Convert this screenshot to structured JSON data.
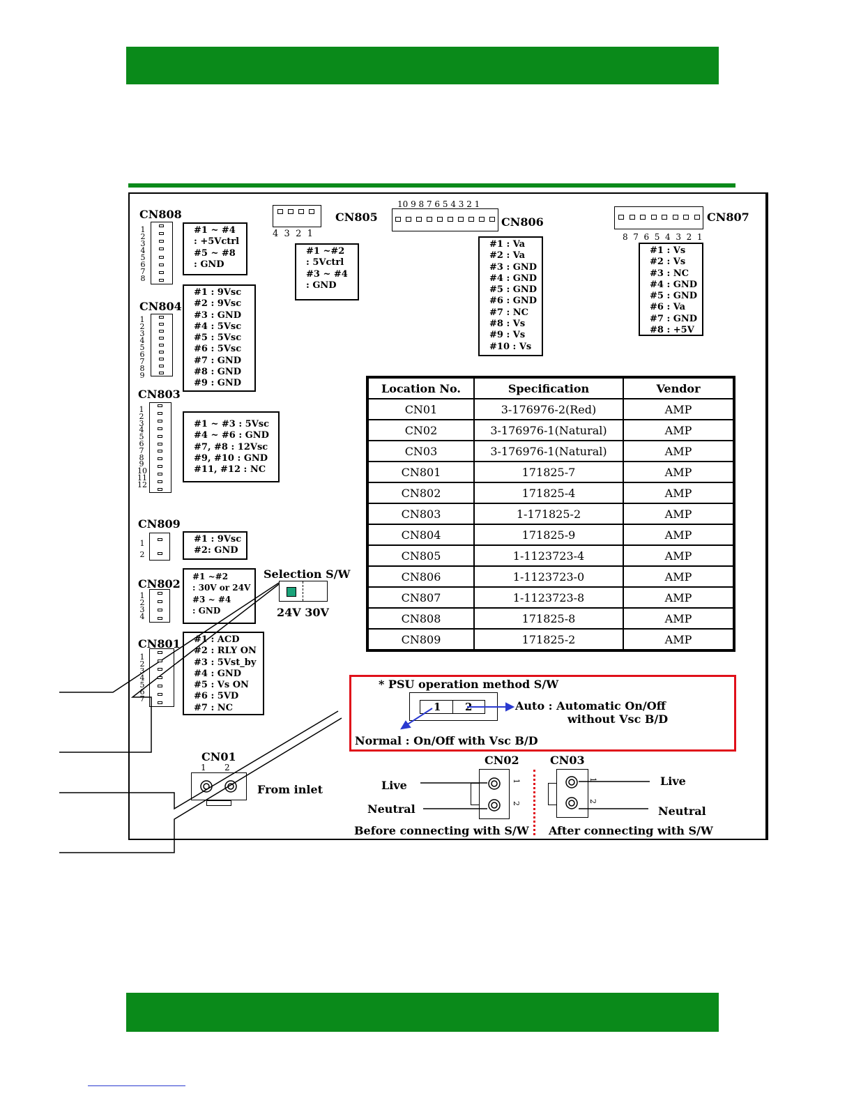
{
  "connectors": {
    "cn808": {
      "label": "CN808",
      "pins": [
        "#1 ~ #4",
        ": +5Vctrl",
        "#5 ~ #8",
        ": GND"
      ],
      "numbers": [
        "1",
        "2",
        "3",
        "4",
        "5",
        "6",
        "7",
        "8"
      ]
    },
    "cn804": {
      "label": "CN804",
      "pins": [
        "#1 : 9Vsc",
        "#2 : 9Vsc",
        "#3 : GND",
        "#4 : 5Vsc",
        "#5 : 5Vsc",
        "#6 : 5Vsc",
        "#7 : GND",
        "#8 : GND",
        "#9 : GND"
      ],
      "numbers": [
        "1",
        "2",
        "3",
        "4",
        "5",
        "6",
        "7",
        "8",
        "9"
      ]
    },
    "cn803": {
      "label": "CN803",
      "pins": [
        "#1 ~ #3 : 5Vsc",
        "#4 ~ #6 : GND",
        "#7, #8 : 12Vsc",
        "#9, #10 : GND",
        "#11, #12 : NC"
      ],
      "numbers": [
        "1",
        "2",
        "3",
        "4",
        "5",
        "6",
        "7",
        "8",
        "9",
        "10",
        "11",
        "12"
      ]
    },
    "cn809": {
      "label": "CN809",
      "pins": [
        "#1 : 9Vsc",
        "#2: GND"
      ],
      "numbers": [
        "1",
        "2"
      ]
    },
    "cn802": {
      "label": "CN802",
      "pins": [
        "#1 ~#2",
        ": 30V or 24V",
        "#3 ~ #4",
        ": GND"
      ],
      "numbers": [
        "1",
        "2",
        "3",
        "4"
      ]
    },
    "cn801": {
      "label": "CN801",
      "pins": [
        "#1 : ACD",
        "#2 : RLY ON",
        "#3 : 5Vst_by",
        "#4 : GND",
        "#5 : Vs ON",
        "#6 : 5VD",
        "#7 : NC"
      ],
      "numbers": [
        "1",
        "2",
        "3",
        "4",
        "5",
        "6",
        "7"
      ]
    },
    "cn805": {
      "label": "CN805",
      "pins": [
        "#1 ~#2",
        ": 5Vctrl",
        "#3 ~ #4",
        ": GND"
      ],
      "numbers": "4  3  2  1"
    },
    "cn806": {
      "label": "CN806",
      "pins": [
        "#1 : Va",
        "#2 : Va",
        "#3 : GND",
        "#4 : GND",
        "#5 : GND",
        "#6 : GND",
        "#7 : NC",
        "#8 : Vs",
        "#9 : Vs",
        "#10 : Vs"
      ],
      "numbers": "10 9 8 7 6 5 4 3 2 1"
    },
    "cn807": {
      "label": "CN807",
      "pins": [
        "#1 : Vs",
        "#2 : Vs",
        "#3 : NC",
        "#4 : GND",
        "#5 : GND",
        "#6 : Va",
        "#7 : GND",
        "#8 : +5V"
      ],
      "numbers": "8  7  6  5  4  3  2  1"
    }
  },
  "selection_switch": {
    "label": "Selection S/W",
    "positions": "24V 30V",
    "accent": "#1aa37a"
  },
  "spec_table": {
    "headers": [
      "Location No.",
      "Specification",
      "Vendor"
    ],
    "rows": [
      [
        "CN01",
        "3-176976-2(Red)",
        "AMP"
      ],
      [
        "CN02",
        "3-176976-1(Natural)",
        "AMP"
      ],
      [
        "CN03",
        "3-176976-1(Natural)",
        "AMP"
      ],
      [
        "CN801",
        "171825-7",
        "AMP"
      ],
      [
        "CN802",
        "171825-4",
        "AMP"
      ],
      [
        "CN803",
        "1-171825-2",
        "AMP"
      ],
      [
        "CN804",
        "171825-9",
        "AMP"
      ],
      [
        "CN805",
        "1-1123723-4",
        "AMP"
      ],
      [
        "CN806",
        "1-1123723-0",
        "AMP"
      ],
      [
        "CN807",
        "1-1123723-8",
        "AMP"
      ],
      [
        "CN808",
        "171825-8",
        "AMP"
      ],
      [
        "CN809",
        "171825-2",
        "AMP"
      ]
    ]
  },
  "psu": {
    "title": "* PSU operation method S/W",
    "pos1": "1",
    "pos2": "2",
    "auto_line1": "Auto : Automatic On/Off",
    "auto_line2": "without Vsc B/D",
    "normal": "Normal : On/Off with Vsc B/D",
    "frame_color": "#e0101a",
    "arrow_color": "#2a3ad0"
  },
  "cn01": {
    "label": "CN01",
    "pin1": "1",
    "pin2": "2",
    "from_inlet": "From inlet"
  },
  "cn02": {
    "label": "CN02",
    "live": "Live",
    "neutral": "Neutral",
    "caption": "Before connecting with S/W",
    "pin1": "1",
    "pin2": "2"
  },
  "cn03": {
    "label": "CN03",
    "live": "Live",
    "neutral": "Neutral",
    "caption": "After connecting with S/W",
    "pin1": "1",
    "pin2": "2"
  },
  "colors": {
    "header_bar": "#0a8a1a"
  }
}
